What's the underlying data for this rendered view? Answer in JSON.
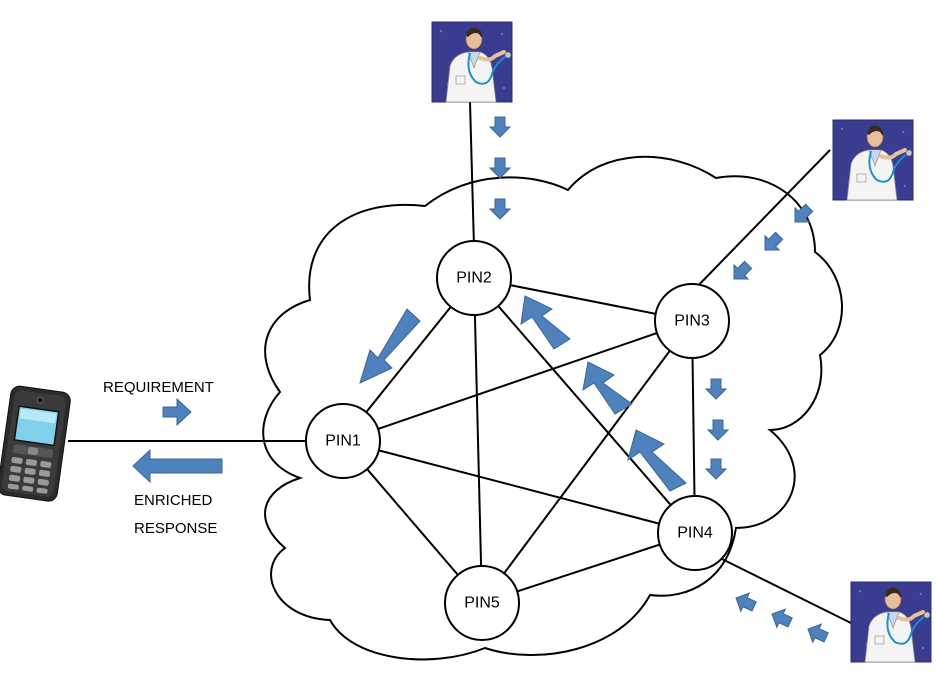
{
  "nodes": [
    {
      "id": "pin1",
      "label": "PIN1"
    },
    {
      "id": "pin2",
      "label": "PIN2"
    },
    {
      "id": "pin3",
      "label": "PIN3"
    },
    {
      "id": "pin4",
      "label": "PIN4"
    },
    {
      "id": "pin5",
      "label": "PIN5"
    }
  ],
  "edges": [
    [
      "pin1",
      "pin2"
    ],
    [
      "pin1",
      "pin3"
    ],
    [
      "pin1",
      "pin4"
    ],
    [
      "pin1",
      "pin5"
    ],
    [
      "pin2",
      "pin3"
    ],
    [
      "pin2",
      "pin4"
    ],
    [
      "pin2",
      "pin5"
    ],
    [
      "pin3",
      "pin4"
    ],
    [
      "pin3",
      "pin5"
    ],
    [
      "pin4",
      "pin5"
    ]
  ],
  "labels": {
    "requirement": "REQUIREMENT",
    "enriched_line1": "ENRICHED",
    "enriched_line2": "RESPONSE"
  },
  "icons": {
    "phone": "mobile-phone-icon",
    "doctor": "doctor-with-stethoscope-icon"
  },
  "colors": {
    "arrow": "#4f81bd",
    "doctor_bg": "#3a3d8f",
    "phone_body": "#2b2b2b"
  }
}
